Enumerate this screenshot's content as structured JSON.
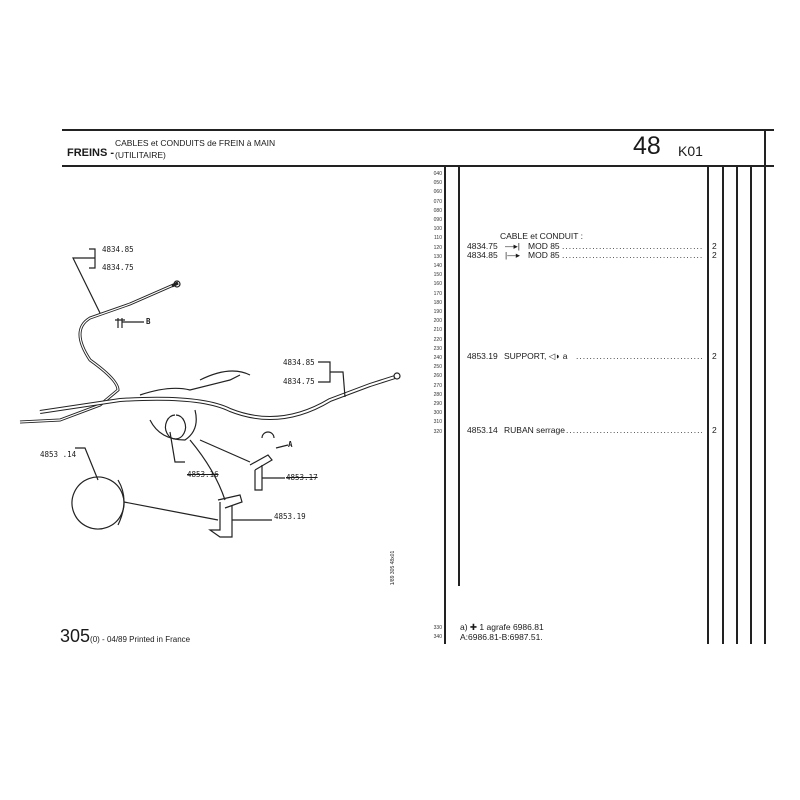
{
  "header": {
    "section": "FREINS -",
    "title_line1": "CABLES et CONDUITS de FREIN à MAIN",
    "title_line2": "(UTILITAIRE)",
    "group_number": "48",
    "group_code": "K01"
  },
  "line_numbers": [
    "040",
    "050",
    "060",
    "070",
    "080",
    "090",
    "100",
    "110",
    "120",
    "130",
    "140",
    "150",
    "160",
    "170",
    "180",
    "190",
    "200",
    "210",
    "220",
    "230",
    "240",
    "250",
    "260",
    "270",
    "280",
    "290",
    "300",
    "310",
    "320"
  ],
  "line_numbers_bottom": [
    "330",
    "340"
  ],
  "parts": {
    "heading": "CABLE et CONDUIT :",
    "rows": [
      {
        "ref": "4834.75",
        "symbol": "—▸|",
        "desc": "MOD 85",
        "qty": "2"
      },
      {
        "ref": "4834.85",
        "symbol": "|—▸",
        "desc": "MOD 85",
        "qty": "2"
      },
      {
        "ref": "4853.19",
        "symbol": "",
        "desc": "SUPPORT, ◁◗ a",
        "qty": "2"
      },
      {
        "ref": "4853.14",
        "symbol": "",
        "desc": "RUBAN serrage",
        "qty": "2"
      }
    ]
  },
  "notes": {
    "line1": "a)  ✚  1 agrafe 6986.81",
    "line2": "A:6986.81-B:6987.51."
  },
  "diagram": {
    "labels": {
      "top_85": "4834.85",
      "top_75": "4834.75",
      "b": "B",
      "right_85": "4834.85",
      "right_75": "4834.75",
      "a": "A",
      "ring": "4853 .14",
      "p16": "4853.16",
      "p17": "4853.17",
      "p19": "4853.19"
    },
    "ref_vertical": "1/89  305  48x01"
  },
  "footer": {
    "model": "305",
    "variant": "(0)",
    "text": " - 04/89 Printed in France"
  }
}
